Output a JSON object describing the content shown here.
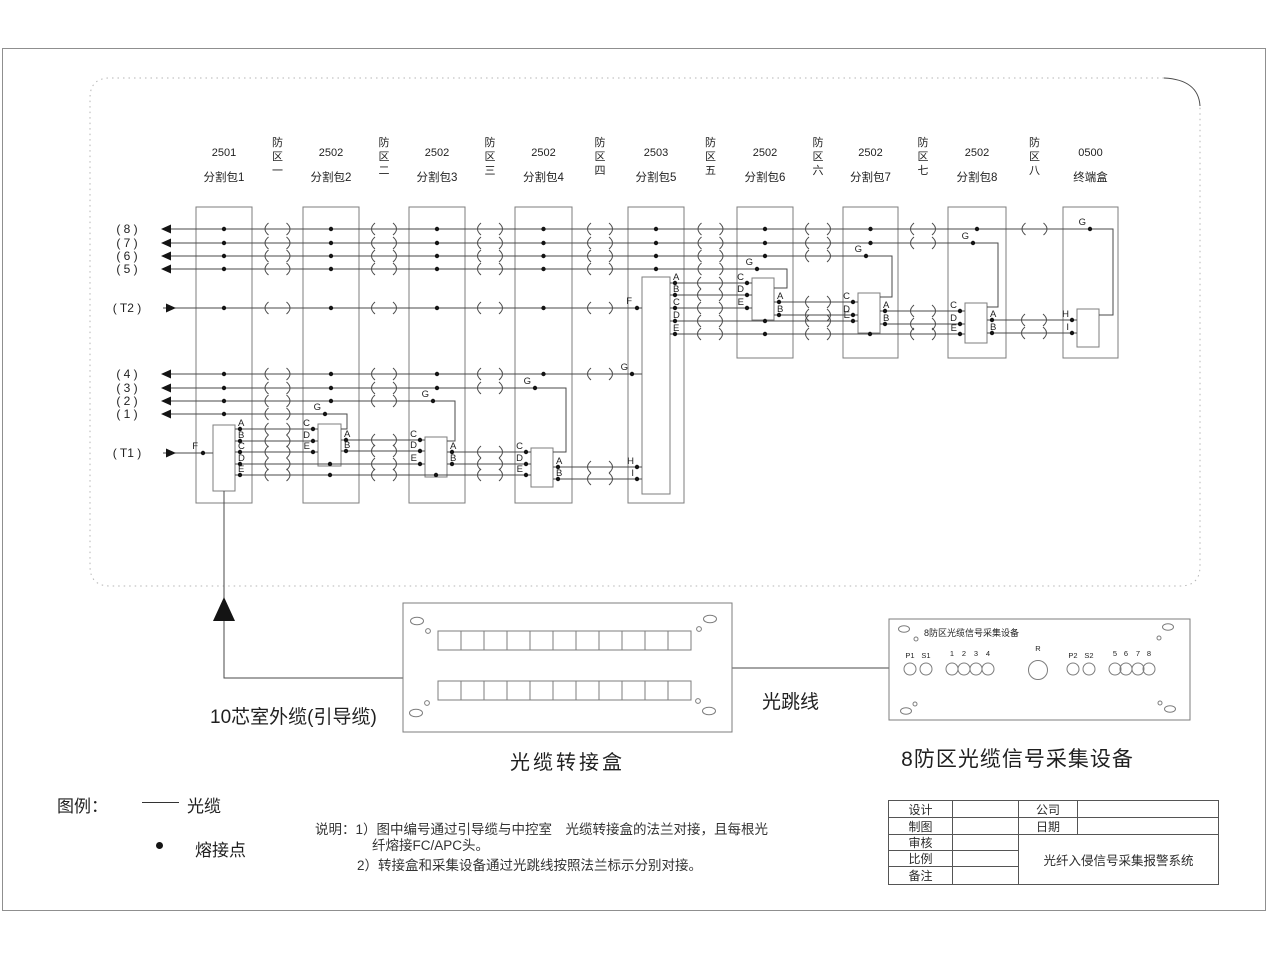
{
  "colors": {
    "line": "#4a4a4a",
    "box_outline": "#7d7d7d",
    "text": "#1f1f1f",
    "page_border": "#8f8f8f",
    "dashed_border": "#b5b5b5"
  },
  "schematic": {
    "columns": [
      {
        "code": "2501",
        "name": "分割包1"
      },
      {
        "code": "2502",
        "name": "分割包2"
      },
      {
        "code": "2502",
        "name": "分割包3"
      },
      {
        "code": "2502",
        "name": "分割包4"
      },
      {
        "code": "2503",
        "name": "分割包5"
      },
      {
        "code": "2502",
        "name": "分割包6"
      },
      {
        "code": "2502",
        "name": "分割包7"
      },
      {
        "code": "2502",
        "name": "分割包8"
      },
      {
        "code": "0500",
        "name": "终端盒"
      }
    ],
    "zones": [
      "防区一",
      "防区二",
      "防区三",
      "防区四",
      "防区五",
      "防区六",
      "防区七",
      "防区八"
    ],
    "row_labels_top": [
      "( 8 )",
      "( 7 )",
      "( 6 )",
      "( 5 )"
    ],
    "trunk_label_top": "( T2 )",
    "row_labels_bottom": [
      "( 4 )",
      "( 3 )",
      "( 2 )",
      "( 1 )"
    ],
    "trunk_label_bottom": "( T1 )",
    "letters": {
      "feed": "F",
      "branch": "G",
      "fanout": [
        "A",
        "B",
        "C",
        "D",
        "E"
      ],
      "inputs": [
        "C",
        "D",
        "E"
      ],
      "outputs": [
        "A",
        "B"
      ],
      "terminal": [
        "H",
        "I"
      ]
    }
  },
  "patch_box": {
    "caption": "光缆转接盒",
    "rows": 2,
    "cells_per_row": 11
  },
  "device": {
    "panel_title": "8防区光缆信号采集设备",
    "caption": "8防区光缆信号采集设备",
    "port_group_1": [
      "P1",
      "S1"
    ],
    "zone_ports_1": [
      "1",
      "2",
      "3",
      "4"
    ],
    "reset_port": "R",
    "port_group_2": [
      "P2",
      "S2"
    ],
    "zone_ports_2": [
      "5",
      "6",
      "7",
      "8"
    ]
  },
  "labels": {
    "lead_cable": "10芯室外缆(引导缆)",
    "jumper": "光跳线"
  },
  "legend": {
    "title": "图例：",
    "cable": "光缆",
    "splice": "熔接点"
  },
  "notes": [
    "说明：1）图中编号通过引导缆与中控室　光缆转接盒的法兰对接，且每根光",
    "纤熔接FC/APC头。",
    "2）转接盒和采集设备通过光跳线按照法兰标示分别对接。"
  ],
  "title_block": {
    "left_rows": [
      "设计",
      "制图",
      "审核",
      "比例",
      "备注"
    ],
    "company": "公司",
    "date": "日期",
    "system_name": "光纤入侵信号采集报警系统"
  }
}
